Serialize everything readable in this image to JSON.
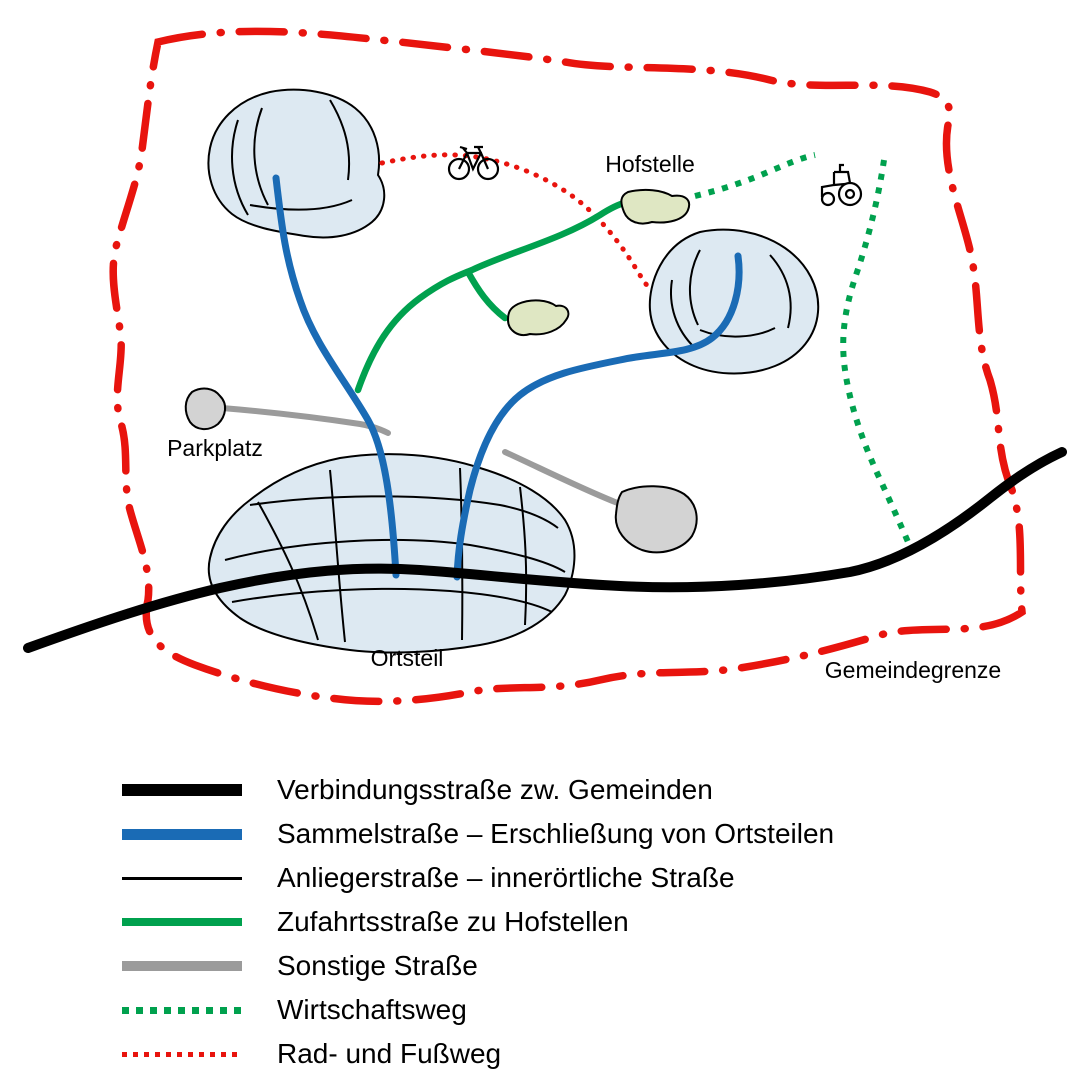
{
  "map": {
    "labels": {
      "hofstelle": "Hofstelle",
      "parkplatz": "Parkplatz",
      "ortsteil": "Ortsteil",
      "gemeindegrenze": "Gemeindegrenze"
    },
    "icons": {
      "bicycle": "bicycle-icon",
      "tractor": "tractor-icon"
    }
  },
  "colors": {
    "boundary_red": "#e8140e",
    "road_main_black": "#000000",
    "collector_blue": "#1a6bb5",
    "access_green": "#00a14e",
    "farm_track_green": "#00a14e",
    "bike_path_red": "#e8140e",
    "other_gray": "#9b9b9b",
    "settlement_fill": "#dde9f2",
    "farm_fill": "#dfe7c3",
    "parking_fill": "#d3d3d3"
  },
  "legend": {
    "items": [
      {
        "label": "Verbindungsstraße zw. Gemeinden",
        "style": "road-main"
      },
      {
        "label": "Sammelstraße – Erschließung von Ortsteilen",
        "style": "road-collector"
      },
      {
        "label": "Anliegerstraße – innerörtliche Straße",
        "style": "road-residential"
      },
      {
        "label": "Zufahrtsstraße zu Hofstellen",
        "style": "road-access"
      },
      {
        "label": "Sonstige Straße",
        "style": "road-other"
      },
      {
        "label": "Wirtschaftsweg",
        "style": "track-farm"
      },
      {
        "label": "Rad- und Fußweg",
        "style": "path-bike-foot"
      }
    ]
  }
}
